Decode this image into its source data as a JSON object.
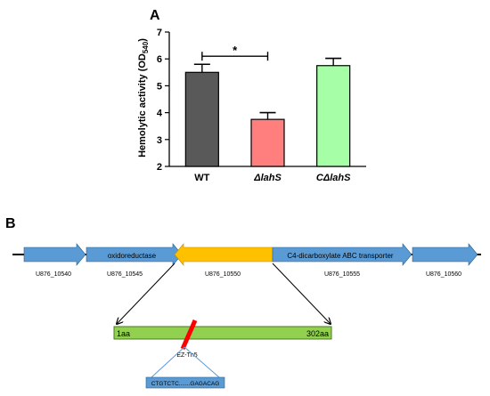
{
  "panel_a": {
    "label": "A",
    "chart_data": {
      "type": "bar",
      "title": "",
      "xlabel": "",
      "ylabel": "Hemolytic activity (OD",
      "ylabel_subscript": "540",
      "categories": [
        "WT",
        "ΔlahS",
        "CΔlahS"
      ],
      "values": [
        5.5,
        3.75,
        5.75
      ],
      "errors": [
        0.3,
        0.25,
        0.27
      ],
      "colors": [
        "#595959",
        "#ff7f7f",
        "#a6ffa6"
      ],
      "ylim": [
        2,
        7
      ],
      "yticks": [
        2,
        3,
        4,
        5,
        6,
        7
      ],
      "grid": false,
      "legend": "none",
      "significance": {
        "from": 0,
        "to": 1,
        "label": "*"
      }
    }
  },
  "panel_b": {
    "label": "B",
    "genes": [
      {
        "name": "",
        "locus": "U876_10540",
        "direction": "right",
        "color": "#5b9bd5"
      },
      {
        "name": "oxidoreductase",
        "locus": "U876_10545",
        "direction": "right",
        "color": "#5b9bd5"
      },
      {
        "name": "",
        "locus": "U876_10550",
        "direction": "left",
        "color": "#ffc000"
      },
      {
        "name": "C4-dicarboxylate ABC transporter",
        "locus": "U876_10555",
        "direction": "right",
        "color": "#5b9bd5"
      },
      {
        "name": "",
        "locus": "U876_10560",
        "direction": "right",
        "color": "#5b9bd5"
      }
    ],
    "protein": {
      "start": "1aa",
      "end": "302aa",
      "color": "#92d050"
    },
    "insertion": {
      "label": "EZ-Tn5",
      "color": "#ff0000"
    },
    "sequence": {
      "text": "CTGTCTC.......GAGACAG",
      "color": "#5b9bd5"
    }
  }
}
